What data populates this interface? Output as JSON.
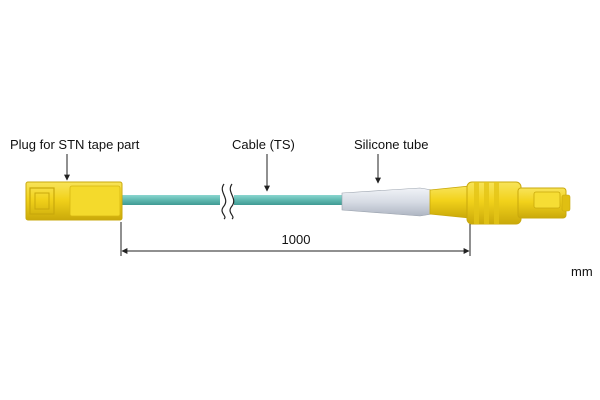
{
  "labels": {
    "plug": "Plug for STN tape part",
    "cable": "Cable (TS)",
    "tube": "Silicone tube",
    "length": "1000",
    "unit": "mm"
  },
  "colors": {
    "plug_yellow": "#f2d21b",
    "plug_yellow_dark": "#d9b80e",
    "cable_teal": "#5fb8b0",
    "tube_silver": "#d9dee6",
    "line": "#222222"
  }
}
